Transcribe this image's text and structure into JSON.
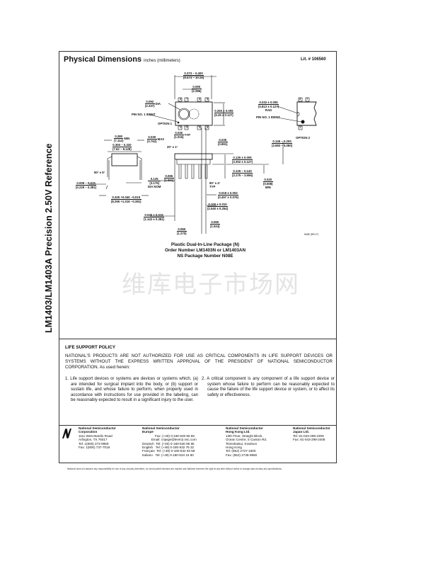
{
  "side_title": "LM1403/LM1403A Precision 2.50V Reference",
  "header": {
    "title": "Physical Dimensions",
    "units": "inches (millimeters)",
    "lit": "Lit. # 106560"
  },
  "dims": [
    {
      "t": "0.373 – 0.400",
      "b": "(9.474 – 10.16)",
      "s": ""
    },
    {
      "t": "0.090",
      "b": "(2.286)",
      "s": ""
    },
    {
      "t": "0.092",
      "b": "(2.337)",
      "s": "DIA"
    },
    {
      "t": "0.250 ± 0.005",
      "b": "(6.35 ± 0.127)",
      "s": ""
    },
    {
      "t": "0.032 ± 0.005",
      "b": "(0.813 ± 0.127)",
      "s": "RAD"
    },
    {
      "t": "0.280",
      "b": "(7.112)",
      "s": "MIN"
    },
    {
      "t": "0.300 – 0.320",
      "b": "(7.62 – 8.128)",
      "s": ""
    },
    {
      "t": "0.030",
      "b": "(0.762)",
      "s": "MAX"
    },
    {
      "t": "0.040",
      "b": "(1.016)",
      "s": "TYP"
    },
    {
      "t": "0.035",
      "b": "(0.891)",
      "s": ""
    },
    {
      "t": "0.145 – 0.200",
      "b": "(3.683 – 5.080)",
      "s": ""
    },
    {
      "t": "0.130 ± 0.005",
      "b": "(3.302 ± 0.127)",
      "s": ""
    },
    {
      "t": "0.125 – 0.140",
      "b": "(3.175 – 3.556)",
      "s": ""
    },
    {
      "t": "0.020",
      "b": "(0.508)",
      "s": "MIN"
    },
    {
      "t": "0.065",
      "b": "(1.651)",
      "s": ""
    },
    {
      "t": "0.125",
      "b": "(3.175)",
      "s": "DIA NOM"
    },
    {
      "t": "0.009 – 0.015",
      "b": "(0.229 – 0.381)",
      "s": ""
    },
    {
      "t": "0.018 ± 0.003",
      "b": "(0.457 ± 0.076)",
      "s": ""
    },
    {
      "t": "0.325 +0.040 −0.015",
      "b": "(8.255 +1.016 −0.381)",
      "s": ""
    },
    {
      "t": "0.100 ± 0.010",
      "b": "(2.540 ± 0.254)",
      "s": ""
    },
    {
      "t": "0.045 ± 0.015",
      "b": "(1.143 ± 0.381)",
      "s": ""
    },
    {
      "t": "0.060",
      "b": "(1.524)",
      "s": ""
    },
    {
      "t": "0.050",
      "b": "(1.270)",
      "s": ""
    }
  ],
  "notes": {
    "pin1_a": "PIN NO. 1 IDENT",
    "pin1_b": "PIN NO. 1 IDENT",
    "option1": "OPTION 1",
    "option2": "OPTION 2",
    "angle1": "20° ± 1°",
    "angle2": "90° ± 5°",
    "angle3": "90° ± 4° TYP",
    "rev": "N08E (REV F)",
    "pins_top": [
      "8",
      "7",
      "6",
      "5"
    ],
    "pins_bottom": [
      "1",
      "2",
      "3",
      "4"
    ],
    "opt2_pins_top": [
      "8",
      "7"
    ],
    "opt2_pin_bottom": "1"
  },
  "caption": [
    "Plastic Dual-In-Line Package (N)",
    "Order Number LM1403N or LM1403AN",
    "NS Package Number N08E"
  ],
  "watermark": "维库电子市场网",
  "life_support": {
    "heading": "LIFE SUPPORT POLICY",
    "paragraph": "NATIONAL'S PRODUCTS ARE NOT AUTHORIZED FOR USE AS CRITICAL COMPONENTS IN LIFE SUPPORT DEVICES OR SYSTEMS WITHOUT THE EXPRESS WRITTEN APPROVAL OF THE PRESIDENT OF NATIONAL SEMICONDUCTOR CORPORATION. As used herein:",
    "item1": "1. Life support devices or systems are devices or systems which, (a) are intended for surgical implant into the body, or (b) support or sustain life, and whose failure to perform, when properly used in accordance with instructions for use provided in the labeling, can be reasonably expected to result in a significant injury to the user.",
    "item2": "2. A critical component is any component of a life support device or system whose failure to perform can be reasonably expected to cause the failure of the life support device or system, or to affect its safety or effectiveness."
  },
  "footer": {
    "corp": {
      "name": "National Semiconductor\nCorporation",
      "body": "1111 West Bardin Road\nArlington, TX 76017\nTel: 1(800) 272-9959\nFax: 1(800) 737-7018"
    },
    "europe": {
      "name": "National Semiconductor\nEurope",
      "body": "              Fax: (+49) 0-180-530 85 86\n          Email: cnjwge@tevm2.nsc.com\nDeutsch  Tel: (+49) 0-180-530 85 85\nEnglish   Tel: (+49) 0-180-532 78 32\nFrançais  Tel: (+49) 0-180-532 93 58\nItaliano   Tel: (+49) 0-180-534 16 80"
    },
    "hk": {
      "name": "National Semiconductor\nHong Kong Ltd.",
      "body": "13th Floor, Straight Block,\nOcean Centre, 5 Canton Rd.\nTsimshatsui, Kowloon\nHong Kong\nTel: (852) 2737-1600\nFax: (852) 2736-9960"
    },
    "japan": {
      "name": "National Semiconductor\nJapan Ltd.",
      "body": "Tel: 81-043-299-2309\nFax: 81-043-299-2408"
    },
    "disclaimer": "National does not assume any responsibility for use of any circuitry described, no circuit patent licenses are implied and National reserves the right at any time without notice to change said circuitry and specifications."
  }
}
